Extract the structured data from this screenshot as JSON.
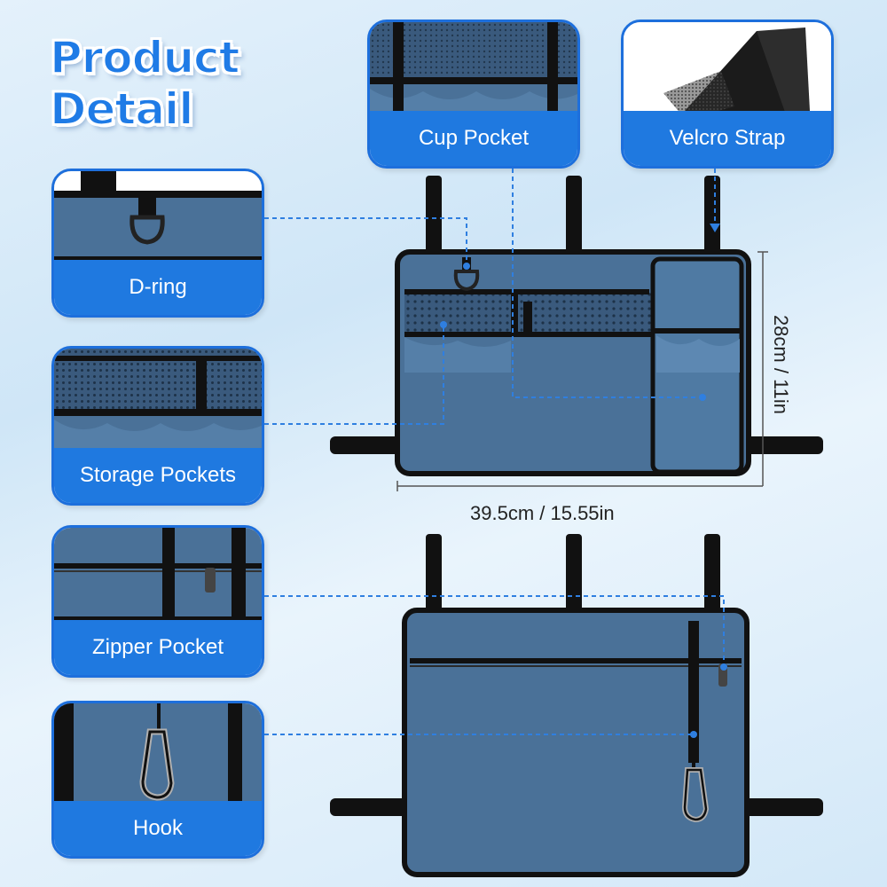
{
  "title": {
    "line1": "Product",
    "line2": "Detail"
  },
  "callouts": {
    "cup_pocket": "Cup Pocket",
    "velcro_strap": "Velcro Strap",
    "d_ring": "D-ring",
    "storage_pockets": "Storage Pockets",
    "zipper_pocket": "Zipper Pocket",
    "hook": "Hook"
  },
  "dimensions": {
    "width": "39.5cm / 15.55in",
    "height": "28cm / 11in"
  },
  "colors": {
    "accent": "#1f79e0",
    "fabric": "#4a7198",
    "trim": "#111111"
  }
}
